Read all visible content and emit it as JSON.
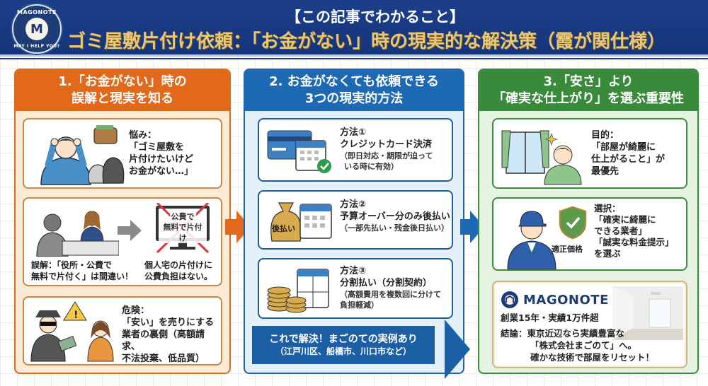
{
  "header": {
    "logo": {
      "brand": "MAGONOTE",
      "tagline": "MAY I HELP YOU?",
      "initial": "M"
    },
    "subtitle": "【この記事でわかること】",
    "title": "ゴミ屋敷片付け依頼：「お金がない」時の現実的な解決策（霞が関仕様）"
  },
  "columns": [
    {
      "heading_line1": "1.「お金がない」時の",
      "heading_line2": "誤解と現実を知る",
      "color": "#e2691c",
      "cards": [
        {
          "label": "悩み：",
          "lines": [
            "「ゴミ屋敷を",
            "片付けたいけど",
            "お金がない…」"
          ]
        },
        {
          "monitor_text_line1": "公費で",
          "monitor_text_line2": "無料で片付け",
          "left_caption_lines": [
            "誤解：「役所・公費で",
            "無料で片付く」は間違い！"
          ],
          "right_caption_lines": [
            "個人宅の片付けに",
            "公費負担はない。"
          ]
        },
        {
          "label": "危険：",
          "lines": [
            "「安い」を売りにする",
            "業者の裏側（高額請求、",
            "不法投棄、低品質）"
          ]
        }
      ]
    },
    {
      "heading_line1": "2. お金がなくても依頼できる",
      "heading_line2": "3つの現実的方法",
      "color": "#1d69b3",
      "methods": [
        {
          "label": "方法①",
          "name": "クレジットカード決済",
          "note_lines": [
            "（即日対応・期限が迫って",
            "いる時に有効）"
          ]
        },
        {
          "label": "方法②",
          "name": "予算オーバー分のみ後払い",
          "note_lines": [
            "（一部先払い・残金後日払い）"
          ],
          "bag_text": "後払い"
        },
        {
          "label": "方法③",
          "name": "分割払い（分割契約）",
          "note_lines": [
            "（高額費用を複数回に分けて",
            "負担軽減）"
          ]
        }
      ],
      "banner_line1": "これで解決！まごのての実例あり",
      "banner_line2": "（江戸川区、船橋市、川口市など）"
    },
    {
      "heading_line1": "3.「安さ」より",
      "heading_line2": "「確実な仕上がり」を選ぶ重要性",
      "color": "#398a3b",
      "cards": [
        {
          "label": "目的：",
          "lines": [
            "「部屋が綺麗に",
            "仕上がること」が",
            "最優先"
          ]
        },
        {
          "label": "選択：",
          "lines": [
            "「確実に綺麗に",
            "できる業者」",
            "「誠実な料金提示」",
            "を選ぶ"
          ],
          "badge": "適正価格"
        },
        {
          "brand": "MAGONOTE",
          "stats": "創業15年・実績1万件超",
          "conclusion_lines": [
            "結論：東京近辺なら実績豊富な",
            "「株式会社まごのて」へ。",
            "確かな技術で部屋をリセット！"
          ]
        }
      ]
    }
  ]
}
